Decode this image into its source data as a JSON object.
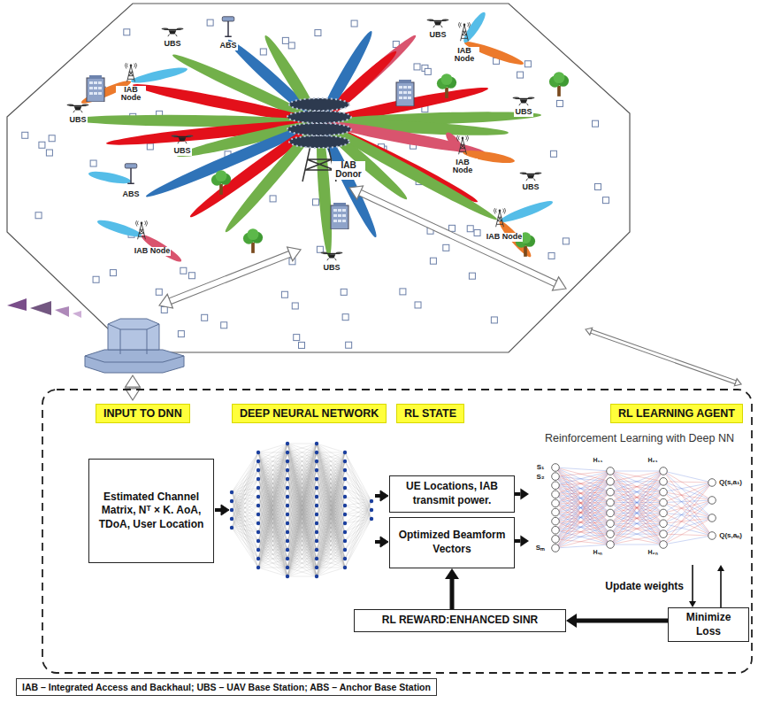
{
  "diagram": {
    "nodes": [
      {
        "text": [
          "INPUT TO DNN"
        ]
      },
      {
        "text": [
          "DEEP NEURAL NETWORK"
        ]
      },
      {
        "text": [
          "RL STATE"
        ]
      },
      {
        "text": [
          "RL LEARNING AGENT"
        ]
      },
      {
        "text": [
          "Estimated Channel Matrix, Nᵀ × K. AoA, TDoA, User Location"
        ]
      },
      {
        "text": [
          "UE Locations, IAB transmit power."
        ]
      },
      {
        "text": [
          "Optimized Beamform Vectors"
        ]
      },
      {
        "text": [
          "Reinforcement Learning with Deep NN"
        ]
      },
      {
        "text": [
          "RL REWARD:ENHANCED SINR"
        ]
      },
      {
        "text": [
          "Minimize Loss"
        ]
      },
      {
        "text": [
          "IAB – Integrated Access and Backhaul; UBS – UAV Base Station; ABS – Anchor Base Station"
        ]
      }
    ],
    "edges": [
      {
        "from": 5,
        "to": 7,
        "arrow": "to"
      },
      {
        "from": 6,
        "to": 7,
        "arrow": "to"
      },
      {
        "from": 8,
        "to": 6,
        "arrow": "to"
      },
      {
        "from": 9,
        "to": 8,
        "arrow": "to"
      },
      {
        "from": 7,
        "to": 9,
        "arrow": "to",
        "label": "Update weights"
      },
      {
        "from": 9,
        "to": 7,
        "arrow": "to"
      }
    ],
    "labels": [
      "UBS",
      "ABS",
      "UBS",
      "IAB Node",
      "IAB Node",
      "UBS",
      "UBS",
      "UBS",
      "IAB Donor",
      "IAB Node",
      "UBS",
      "ABS",
      "IAB Node",
      "UBS",
      "IAB Node",
      "S₁",
      "S₂",
      "Sₘ",
      "H₁₁",
      "H₂₁",
      "H₁ₙ",
      "H₂ₙ",
      "Q(s,a₁)",
      "Q(s,aₙ)"
    ]
  }
}
